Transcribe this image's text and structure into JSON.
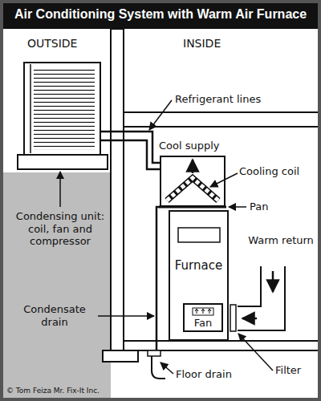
{
  "diagram": {
    "title": "Air Conditioning System with Warm Air Furnace",
    "nodes": [
      {
        "text": [
          "Furnace"
        ]
      },
      {
        "text": [
          "Fan"
        ],
        "in": 0
      }
    ],
    "labels": [
      "OUTSIDE",
      "INSIDE",
      "Refrigerant lines",
      "Cool supply",
      "Cooling coil",
      "Pan",
      "Condensing unit: coil, fan and compressor",
      "Warm return",
      "Condensate drain",
      "Filter",
      "Floor drain",
      "© Tom Feiza Mr. Fix-It Inc."
    ]
  }
}
